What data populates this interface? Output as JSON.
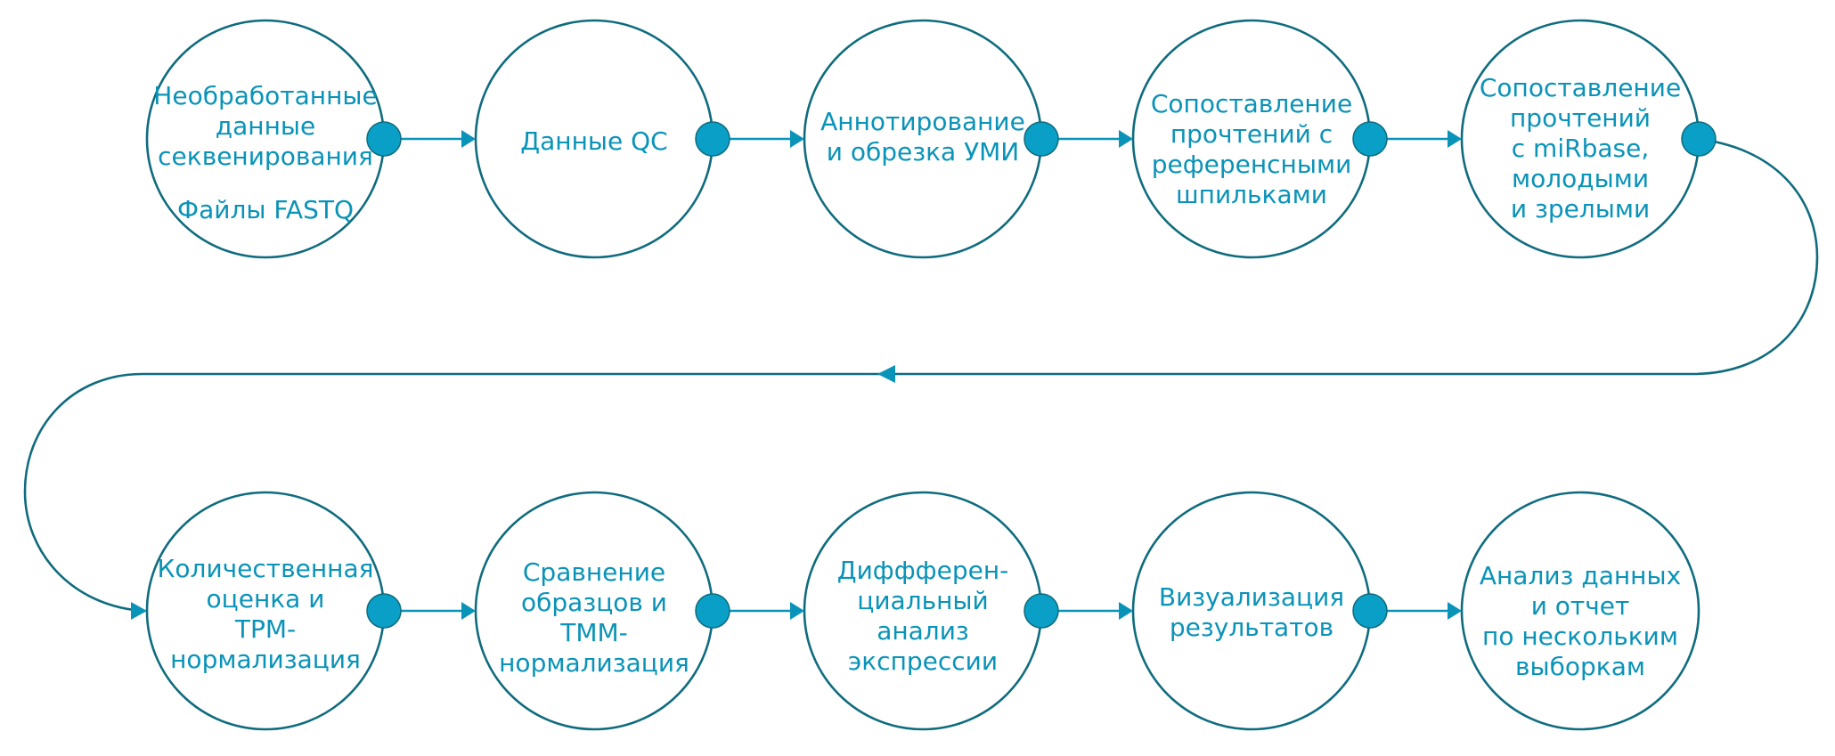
{
  "colors": {
    "text": "#0a93b8",
    "circle_stroke": "#0f6c7e",
    "dot_fill": "#0a9fc6",
    "connector": "#0a93b8"
  },
  "steps": [
    {
      "lines": [
        "Необработанные",
        "данные",
        "секвенирования"
      ],
      "extra": "Файлы FASTQ"
    },
    {
      "lines": [
        "Данные QC"
      ]
    },
    {
      "lines": [
        "Аннотирование",
        "и обрезка УМИ"
      ]
    },
    {
      "lines": [
        "Сопоставление",
        "прочтений с",
        "референсными",
        "шпильками"
      ]
    },
    {
      "lines": [
        "Сопоставление",
        "прочтений",
        "с miRbase,",
        "молодыми",
        "и зрелыми"
      ]
    },
    {
      "lines": [
        "Количественная",
        "оценка и",
        "TPM-",
        "нормализация"
      ]
    },
    {
      "lines": [
        "Сравнение",
        "образцов и",
        "TMM-",
        "нормализация"
      ]
    },
    {
      "lines": [
        "Диффферен-",
        "циальный",
        "анализ",
        "экспрессии"
      ]
    },
    {
      "lines": [
        "Визуализация",
        "результатов"
      ]
    },
    {
      "lines": [
        "Анализ данных",
        "и отчет",
        "по нескольким",
        "выборкам"
      ]
    }
  ]
}
